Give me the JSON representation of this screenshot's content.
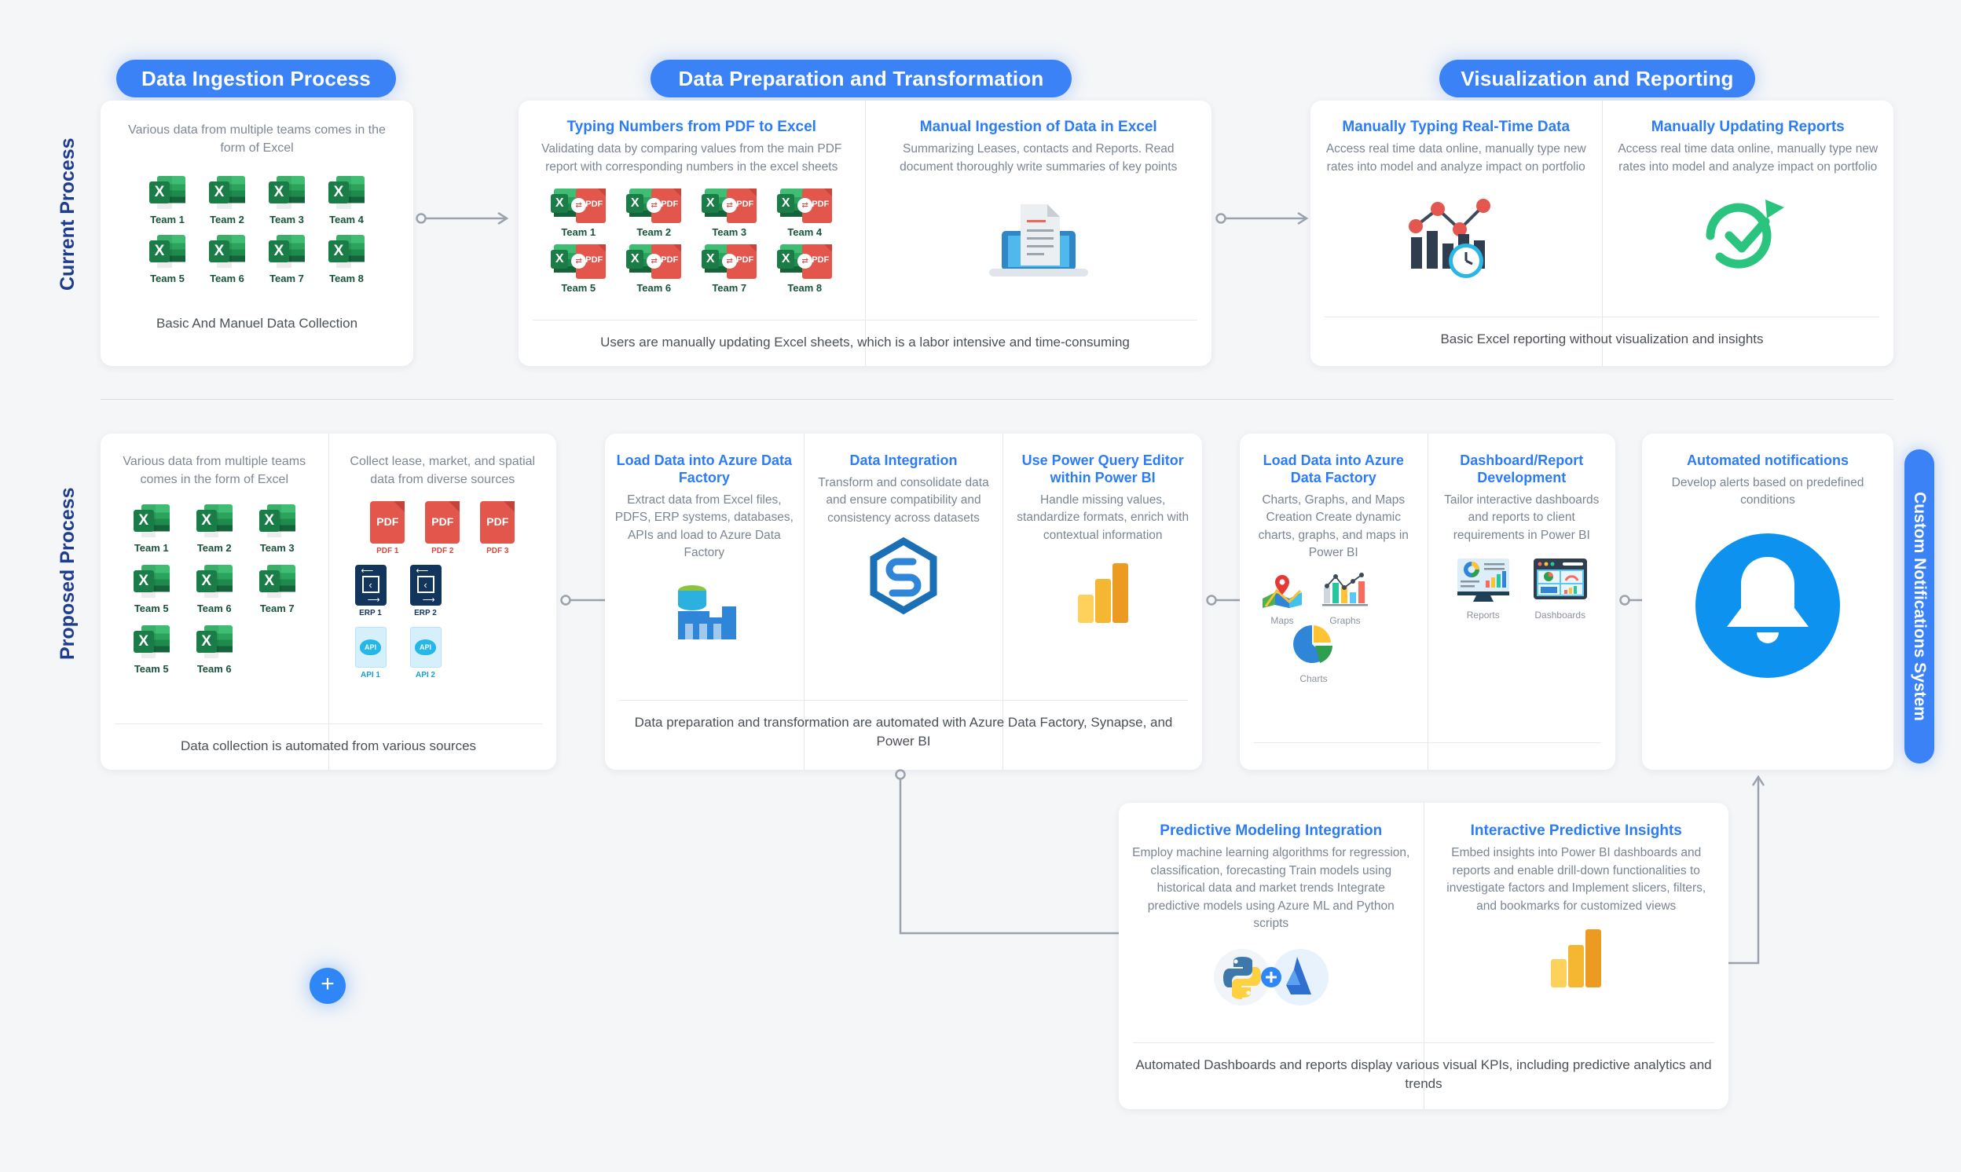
{
  "rows": {
    "current_label": "Current Process",
    "proposed_label": "Proposed Process"
  },
  "pills": [
    {
      "label": "Data Ingestion Process"
    },
    {
      "label": "Data Preparation and Transformation"
    },
    {
      "label": "Visualization and Reporting"
    }
  ],
  "side_pill": {
    "label": "Custom Notifications System"
  },
  "current": {
    "ingestion": {
      "lead": "Various data from multiple teams comes in the form of Excel",
      "teams": [
        "Team 1",
        "Team 2",
        "Team 3",
        "Team 4",
        "Team 5",
        "Team 6",
        "Team 7",
        "Team 8"
      ],
      "footer": "Basic And Manuel Data Collection"
    },
    "prep": {
      "columns": [
        {
          "title": "Typing Numbers from PDF to Excel",
          "desc": "Validating data by comparing values from the main PDF report with corresponding numbers in the excel sheets",
          "teams": [
            "Team 1",
            "Team 2",
            "Team 3",
            "Team 4",
            "Team 5",
            "Team 6",
            "Team 7",
            "Team 8"
          ]
        },
        {
          "title": "Manual Ingestion of Data in Excel",
          "desc": "Summarizing Leases, contacts and Reports. Read document thoroughly write summaries of key points",
          "icon": "document-laptop-icon"
        }
      ],
      "footer": "Users are manually updating Excel sheets, which is a labor intensive and time-consuming"
    },
    "viz": {
      "columns": [
        {
          "title": "Manually Typing Real-Time Data",
          "desc": "Access real time data online, manually type new rates into model and analyze impact on portfolio",
          "icon": "bar-chart-clock-icon"
        },
        {
          "title": "Manually Updating Reports",
          "desc": "Access real time data online, manually type new rates into model and analyze impact on portfolio",
          "icon": "green-check-refresh-icon"
        }
      ],
      "footer": "Basic Excel reporting without visualization and insights"
    }
  },
  "proposed": {
    "ingestion": {
      "columns": [
        {
          "lead": "Various data from multiple teams comes in the form of Excel",
          "teams": [
            "Team 1",
            "Team 2",
            "Team 3",
            "Team 5",
            "Team 6",
            "Team 7",
            "Team 5",
            "Team 6"
          ]
        },
        {
          "lead": "Collect lease, market, and spatial data from diverse sources",
          "pdfs": [
            "PDF 1",
            "PDF 2",
            "PDF 3"
          ],
          "erps": [
            "ERP 1",
            "ERP 2"
          ],
          "apis": [
            "API 1",
            "API 2"
          ]
        }
      ],
      "plus": "+",
      "footer": "Data collection is automated from various sources"
    },
    "prep": {
      "columns": [
        {
          "title": "Load Data into Azure Data Factory",
          "desc": "Extract data from Excel files, PDFS, ERP systems, databases, APIs and load to Azure Data Factory",
          "icon": "azure-data-factory-icon"
        },
        {
          "title": "Data Integration",
          "desc": "Transform and consolidate data and ensure compatibility and consistency across datasets",
          "icon": "synapse-hexagon-icon"
        },
        {
          "title": "Use Power Query Editor within Power BI",
          "desc": "Handle missing values, standardize formats, enrich with contextual information",
          "icon": "power-bi-icon"
        }
      ],
      "footer": "Data preparation and transformation are automated with Azure Data Factory, Synapse, and Power BI"
    },
    "viz": {
      "columns": [
        {
          "title": "Load Data into Azure Data Factory",
          "desc": "Charts, Graphs, and Maps Creation Create dynamic charts, graphs, and maps in Power BI",
          "icon_labels": [
            "Maps",
            "Graphs",
            "Charts"
          ]
        },
        {
          "title": "Dashboard/Report Development",
          "desc": "Tailor interactive dashboards and reports to client requirements in Power BI",
          "icon_labels": [
            "Reports",
            "Dashboards"
          ]
        }
      ],
      "footer": ""
    },
    "notifications": {
      "title": "Automated notifications",
      "desc": "Develop alerts based on predefined conditions",
      "icon": "bell-icon"
    },
    "predictive": {
      "columns": [
        {
          "title": "Predictive Modeling Integration",
          "desc": "Employ machine learning algorithms for regression, classification, forecasting Train models using historical data and market trends Integrate predictive models using Azure ML and Python scripts",
          "icon": "python-azureml-icon"
        },
        {
          "title": "Interactive Predictive Insights",
          "desc": "Embed insights into Power BI dashboards and reports and enable drill-down functionalities to investigate factors and Implement slicers, filters, and bookmarks for customized views",
          "icon": "power-bi-bars-icon"
        }
      ],
      "footer": "Automated Dashboards and reports display various visual KPIs, including predictive analytics and trends"
    }
  },
  "colors": {
    "accent": "#3b82f6",
    "title_blue": "#2b7cf6",
    "label_navy": "#1f3d8f",
    "excel_green": "#1a7c47",
    "pdf_red": "#e2564c",
    "background": "#f4f6f8"
  }
}
